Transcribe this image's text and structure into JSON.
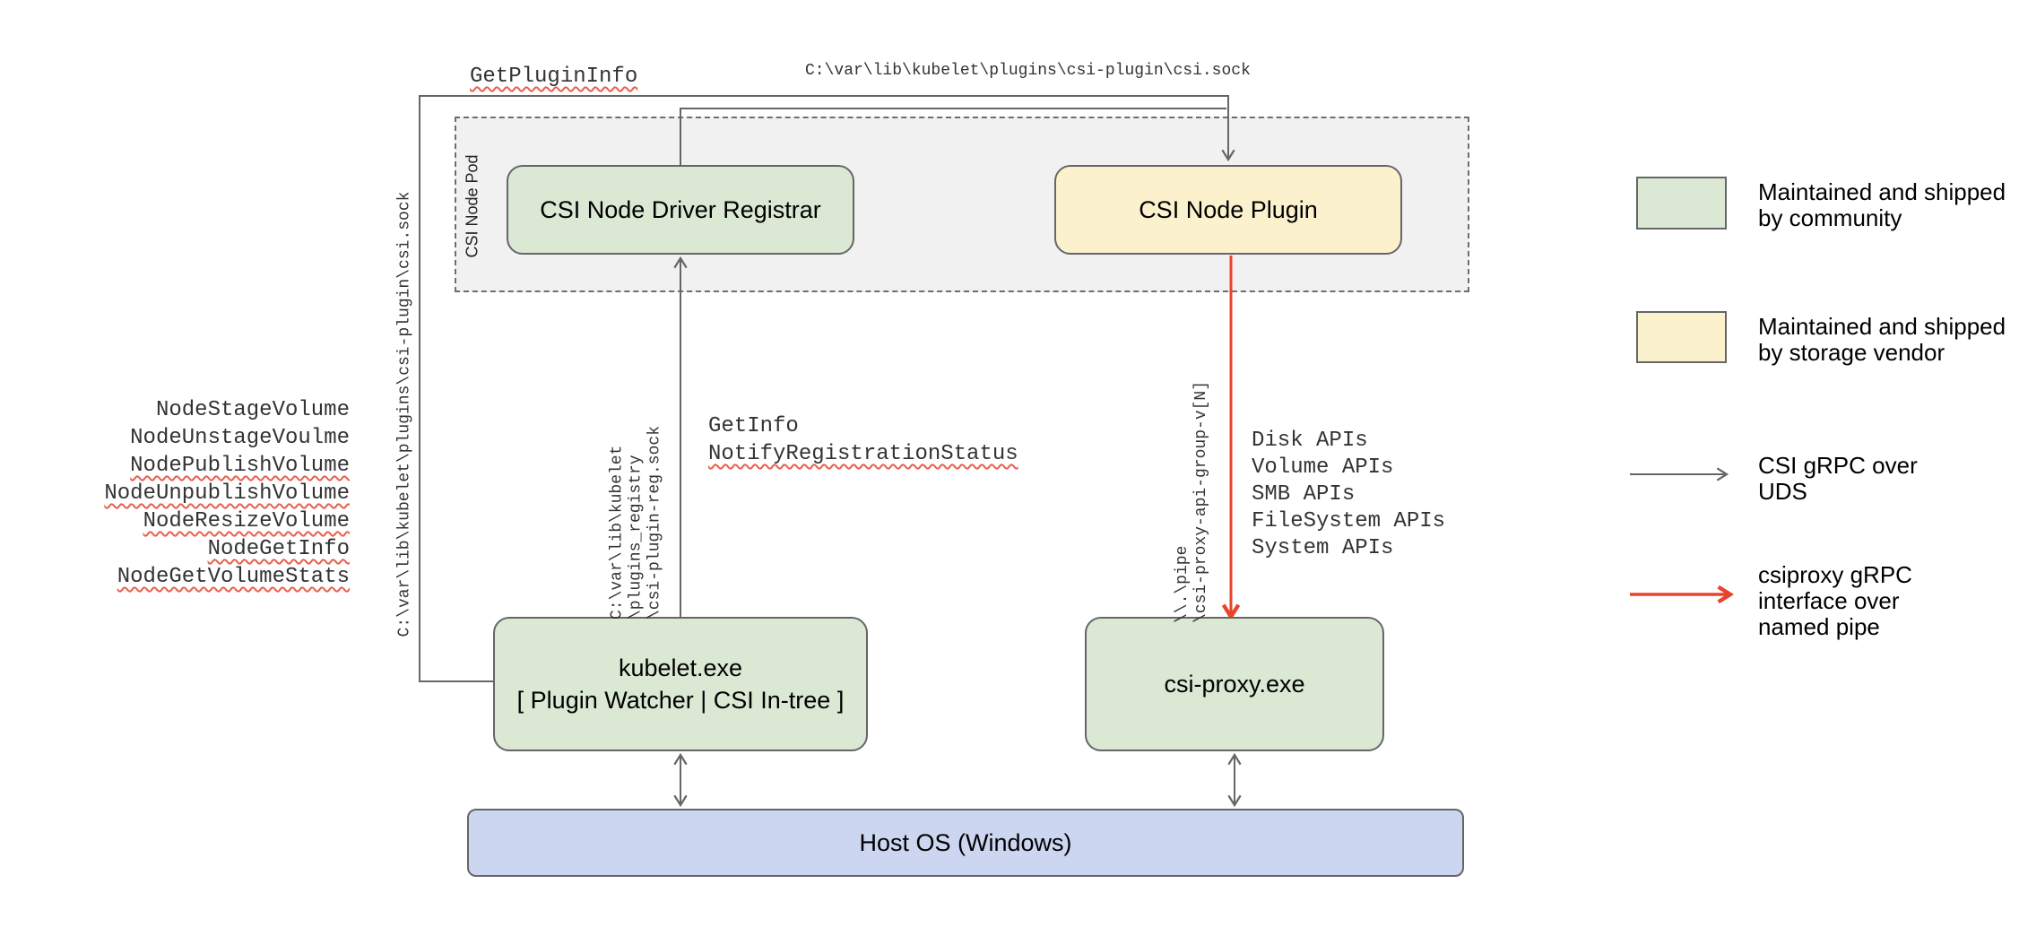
{
  "boxes": {
    "pod": {
      "label": "CSI Node Pod"
    },
    "registrar": {
      "label": "CSI Node Driver Registrar"
    },
    "plugin": {
      "label": "CSI Node Plugin"
    },
    "kubelet": {
      "line1": "kubelet.exe",
      "line2": "[ Plugin Watcher | CSI In-tree ]"
    },
    "csi_proxy": {
      "label": "csi-proxy.exe"
    },
    "host_os": {
      "label": "Host OS (Windows)"
    }
  },
  "rpc_labels": {
    "get_plugin_info": {
      "text": "GetPluginInfo",
      "misspelled": true
    },
    "get_info": {
      "text": "GetInfo",
      "misspelled": false
    },
    "notify_registration_status": {
      "text": "NotifyRegistrationStatus",
      "misspelled": true
    }
  },
  "node_rpcs": [
    {
      "text": "NodeStageVolume",
      "misspelled": false
    },
    {
      "text": "NodeUnstageVoulme",
      "misspelled": false
    },
    {
      "text": "NodePublishVolume",
      "misspelled": true
    },
    {
      "text": "NodeUnpublishVolume",
      "misspelled": true
    },
    {
      "text": "NodeResizeVolume",
      "misspelled": true
    },
    {
      "text": "NodeGetInfo",
      "misspelled": true
    },
    {
      "text": "NodeGetVolumeStats",
      "misspelled": true
    }
  ],
  "proxy_apis": [
    "Disk APIs",
    "Volume APIs",
    "SMB APIs",
    "FileSystem APIs",
    "System APIs"
  ],
  "paths": {
    "csi_sock_top": "C:\\var\\lib\\kubelet\\plugins\\csi-plugin\\csi.sock",
    "csi_sock_left": "C:\\var\\lib\\kubelet\\plugins\\csi-plugin\\csi.sock",
    "registry_sock_lines": [
      "C:\\var\\lib\\kubelet",
      "\\plugins_registry",
      "\\csi-plugin-reg.sock"
    ],
    "named_pipe_lines": [
      "\\\\.\\pipe",
      "\\csi-proxy-api-group-v[N]"
    ]
  },
  "legend": {
    "community": {
      "lines": [
        "Maintained and shipped",
        "by community"
      ],
      "color": "#dae8d4"
    },
    "vendor": {
      "lines": [
        "Maintained and shipped",
        "by storage vendor"
      ],
      "color": "#fbf1cc"
    },
    "uds": {
      "lines": [
        "CSI gRPC over",
        "UDS"
      ],
      "color": "#666666"
    },
    "named_pipe": {
      "lines": [
        "csiproxy gRPC",
        "interface over",
        "named pipe"
      ],
      "color": "#e8432d"
    }
  },
  "colors": {
    "community_fill": "#dae8d4",
    "vendor_fill": "#fbf1cc",
    "host_fill": "#ccd6f0",
    "pod_fill": "#f1f1f1",
    "line_gray": "#666666",
    "arrow_red": "#e8432d",
    "spellcheck_red": "#e8604c"
  }
}
